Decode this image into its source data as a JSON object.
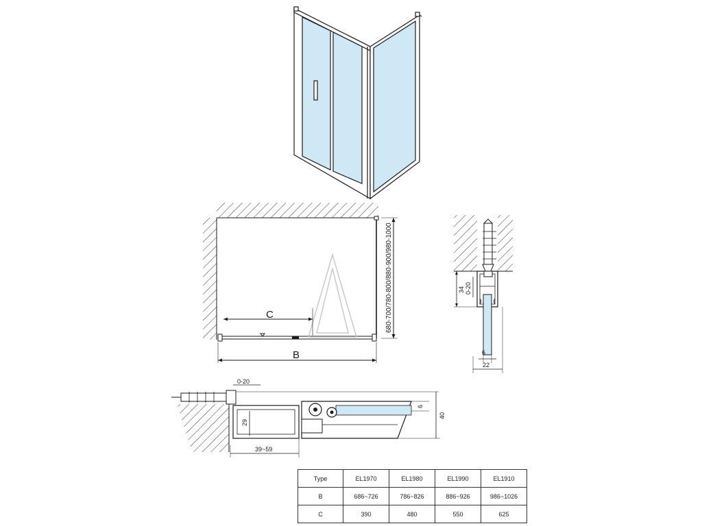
{
  "dimensions": {
    "C": "C",
    "B": "B",
    "depth_range": "680-700/780-800/880-900/980-1000",
    "adjust_side": "0-20",
    "side_profile_height": "34",
    "glass_thickness": "6",
    "profile_width": "22",
    "adjust_bottom": "0-20",
    "height_29": "29",
    "height_40": "40",
    "height_6": "6",
    "offset_range": "39~59"
  },
  "table": {
    "header": [
      "Type",
      "EL1970",
      "EL1980",
      "EL1990",
      "EL1910"
    ],
    "rows": [
      {
        "label": "B",
        "values": [
          "686~726",
          "786~826",
          "886~926",
          "986~1026"
        ]
      },
      {
        "label": "C",
        "values": [
          "390",
          "480",
          "550",
          "625"
        ]
      }
    ]
  },
  "colors": {
    "glass": "#cfe8f5",
    "glass_light": "#e6f3fa",
    "line": "#1a1a1a",
    "watermark": "#c8c8c8"
  }
}
